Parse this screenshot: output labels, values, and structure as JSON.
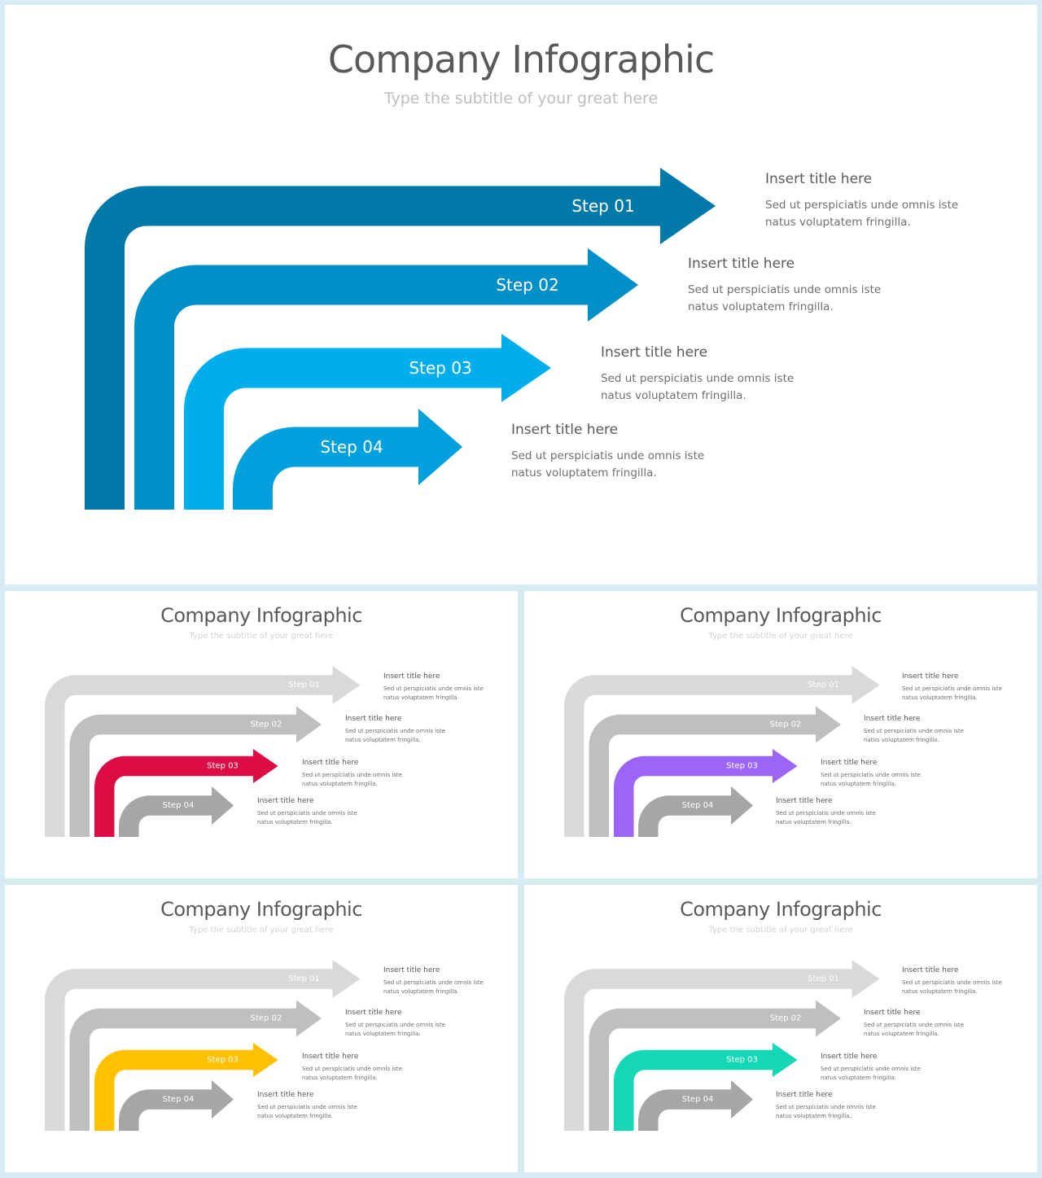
{
  "slides": [
    {
      "title": "Company Infographic",
      "subtitle": "Type the subtitle of your great here",
      "steps": [
        {
          "label": "Step 01",
          "title": "Insert title here",
          "text1": "Sed ut perspiciatis unde omnis iste",
          "text2": "natus voluptatem fringilla.",
          "color": "#0079a8"
        },
        {
          "label": "Step 02",
          "title": "Insert title here",
          "text1": "Sed ut perspiciatis unde omnis iste",
          "text2": "natus voluptatem fringilla.",
          "color": "#008fc6"
        },
        {
          "label": "Step 03",
          "title": "Insert title here",
          "text1": "Sed ut perspiciatis unde omnis iste",
          "text2": "natus voluptatem fringilla.",
          "color": "#00aeeb"
        },
        {
          "label": "Step 04",
          "title": "Insert title here",
          "text1": "Sed ut perspiciatis unde omnis iste",
          "text2": "natus voluptatem fringilla.",
          "color": "#00a0dc"
        }
      ]
    },
    {
      "title": "Company Infographic",
      "subtitle": "Type the subtitle of your great here",
      "accent": "#dc0c45",
      "steps": [
        {
          "label": "Step 01",
          "title": "Insert title here",
          "text1": "Sed ut perspiciatis unde omnis iste",
          "text2": "natus voluptatem fringilla.",
          "color": "#d9d9d9"
        },
        {
          "label": "Step 02",
          "title": "Insert title here",
          "text1": "Sed ut perspiciatis unde omnis iste",
          "text2": "natus voluptatem fringilla.",
          "color": "#bfbfbf"
        },
        {
          "label": "Step 03",
          "title": "Insert title here",
          "text1": "Sed ut perspiciatis unde omnis iste",
          "text2": "natus voluptatem fringilla.",
          "color": "#dc0c45"
        },
        {
          "label": "Step 04",
          "title": "Insert title here",
          "text1": "Sed ut perspiciatis unde omnis iste",
          "text2": "natus voluptatem fringilla.",
          "color": "#a6a6a6"
        }
      ]
    },
    {
      "title": "Company Infographic",
      "subtitle": "Type the subtitle of your great here",
      "accent": "#9b66f5",
      "steps": [
        {
          "label": "Step 01",
          "title": "Insert title here",
          "text1": "Sed ut perspiciatis unde omnis iste",
          "text2": "natus voluptatem fringilla.",
          "color": "#d9d9d9"
        },
        {
          "label": "Step 02",
          "title": "Insert title here",
          "text1": "Sed ut perspiciatis unde omnis iste",
          "text2": "natus voluptatem fringilla.",
          "color": "#bfbfbf"
        },
        {
          "label": "Step 03",
          "title": "Insert title here",
          "text1": "Sed ut perspiciatis unde omnis iste",
          "text2": "natus voluptatem fringilla.",
          "color": "#9b66f5"
        },
        {
          "label": "Step 04",
          "title": "Insert title here",
          "text1": "Sed ut perspiciatis unde omnis iste",
          "text2": "natus voluptatem fringilla.",
          "color": "#a6a6a6"
        }
      ]
    },
    {
      "title": "Company Infographic",
      "subtitle": "Type the subtitle of your great here",
      "accent": "#ffc000",
      "steps": [
        {
          "label": "Step 01",
          "title": "Insert title here",
          "text1": "Sed ut perspiciatis unde omnis iste",
          "text2": "natus voluptatem fringilla.",
          "color": "#d9d9d9"
        },
        {
          "label": "Step 02",
          "title": "Insert title here",
          "text1": "Sed ut perspiciatis unde omnis iste",
          "text2": "natus voluptatem fringilla.",
          "color": "#bfbfbf"
        },
        {
          "label": "Step 03",
          "title": "Insert title here",
          "text1": "Sed ut perspiciatis unde omnis iste",
          "text2": "natus voluptatem fringilla.",
          "color": "#ffc000"
        },
        {
          "label": "Step 04",
          "title": "Insert title here",
          "text1": "Sed ut perspiciatis unde omnis iste",
          "text2": "natus voluptatem fringilla.",
          "color": "#a6a6a6"
        }
      ]
    },
    {
      "title": "Company Infographic",
      "subtitle": "Type the subtitle of your great here",
      "accent": "#14d8b5",
      "steps": [
        {
          "label": "Step 01",
          "title": "Insert title here",
          "text1": "Sed ut perspiciatis unde omnis iste",
          "text2": "natus voluptatem fringilla.",
          "color": "#d9d9d9"
        },
        {
          "label": "Step 02",
          "title": "Insert title here",
          "text1": "Sed ut perspiciatis unde omnis iste",
          "text2": "natus voluptatem fringilla.",
          "color": "#bfbfbf"
        },
        {
          "label": "Step 03",
          "title": "Insert title here",
          "text1": "Sed ut perspiciatis unde omnis iste",
          "text2": "natus voluptatem fringilla.",
          "color": "#14d8b5"
        },
        {
          "label": "Step 04",
          "title": "Insert title here",
          "text1": "Sed ut perspiciatis unde omnis iste",
          "text2": "natus voluptatem fringilla.",
          "color": "#a6a6a6"
        }
      ]
    }
  ]
}
